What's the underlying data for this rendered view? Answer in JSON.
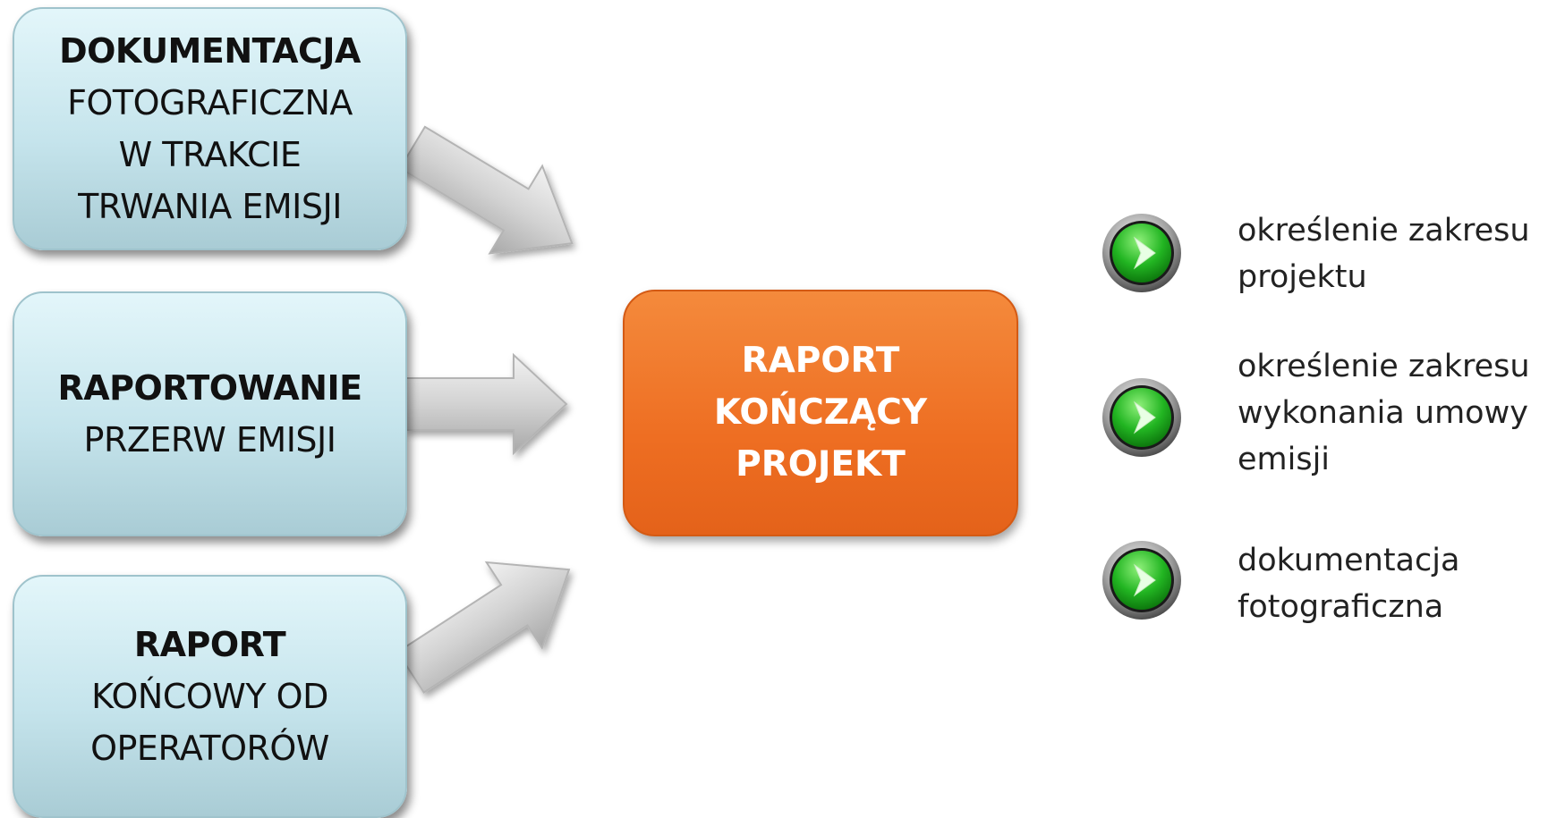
{
  "source_boxes": [
    {
      "title": "DOKUMENTACJA",
      "lines": [
        "FOTOGRAFICZNA",
        "W TRAKCIE",
        "TRWANIA EMISJI"
      ]
    },
    {
      "title": "RAPORTOWANIE",
      "lines": [
        "PRZERW EMISJI"
      ]
    },
    {
      "title": "RAPORT",
      "lines": [
        "KOŃCOWY OD",
        "OPERATORÓW"
      ]
    }
  ],
  "target_box": {
    "lines": [
      "RAPORT",
      "KOŃCZĄCY",
      "PROJEKT"
    ]
  },
  "outputs": [
    {
      "lines": [
        "określenie zakresu",
        "projektu"
      ]
    },
    {
      "lines": [
        "określenie zakresu",
        "wykonania umowy",
        "emisji"
      ]
    },
    {
      "lines": [
        "dokumentacja",
        "fotograficzna"
      ]
    }
  ],
  "colors": {
    "source_box": "#c5e4ec",
    "target_box": "#ee6e22",
    "arrow": "#c8c8c8",
    "bullet": "#21b221"
  },
  "icons": {
    "bullet": "green-play-button-icon",
    "connector": "block-arrow"
  }
}
